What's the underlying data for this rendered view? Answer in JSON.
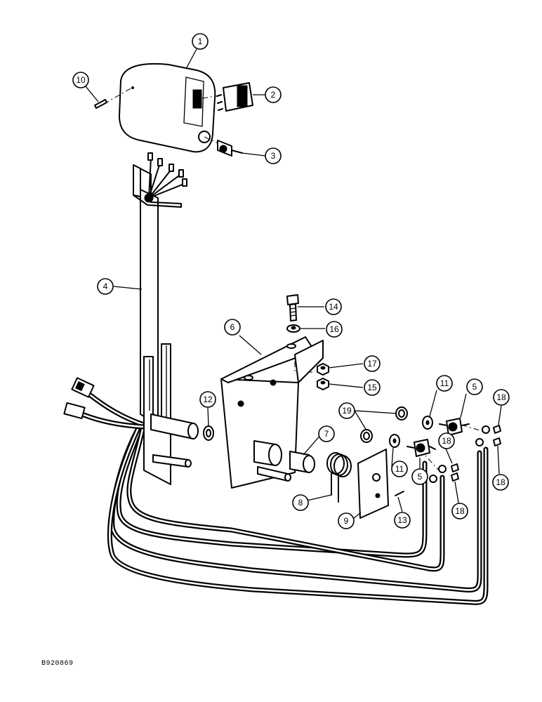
{
  "drawing_code": "B920869",
  "callouts": [
    {
      "id": "c1",
      "label": "1"
    },
    {
      "id": "c2",
      "label": "2"
    },
    {
      "id": "c3",
      "label": "3"
    },
    {
      "id": "c4",
      "label": "4"
    },
    {
      "id": "c5a",
      "label": "5"
    },
    {
      "id": "c5b",
      "label": "5"
    },
    {
      "id": "c6",
      "label": "6"
    },
    {
      "id": "c7",
      "label": "7"
    },
    {
      "id": "c8",
      "label": "8"
    },
    {
      "id": "c9",
      "label": "9"
    },
    {
      "id": "c10",
      "label": "10"
    },
    {
      "id": "c11a",
      "label": "11"
    },
    {
      "id": "c11b",
      "label": "11"
    },
    {
      "id": "c12",
      "label": "12"
    },
    {
      "id": "c13",
      "label": "13"
    },
    {
      "id": "c14",
      "label": "14"
    },
    {
      "id": "c15",
      "label": "15"
    },
    {
      "id": "c16",
      "label": "16"
    },
    {
      "id": "c17",
      "label": "17"
    },
    {
      "id": "c18a",
      "label": "18"
    },
    {
      "id": "c18b",
      "label": "18"
    },
    {
      "id": "c18c",
      "label": "18"
    },
    {
      "id": "c18d",
      "label": "18"
    },
    {
      "id": "c19",
      "label": "19"
    }
  ]
}
